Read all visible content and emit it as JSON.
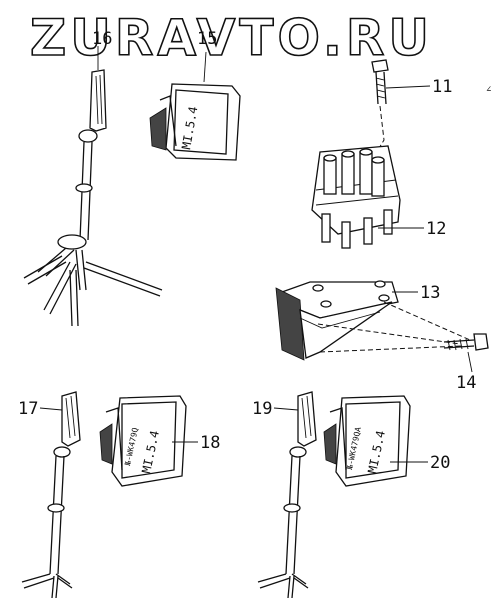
{
  "watermark": "ZURAVTO.RU",
  "corner_mark": "∠",
  "callouts": {
    "c11": "11",
    "c12": "12",
    "c13": "13",
    "c14": "14",
    "c15": "15",
    "c16": "16",
    "c17": "17",
    "c18": "18",
    "c19": "19",
    "c20": "20"
  },
  "connector_labels": {
    "c15_model": "MI.5.4",
    "c18_code": "№-WK479Q",
    "c18_model": "MI.5.4",
    "c20_code": "№-WK479QA",
    "c20_model": "MI.5.4"
  }
}
